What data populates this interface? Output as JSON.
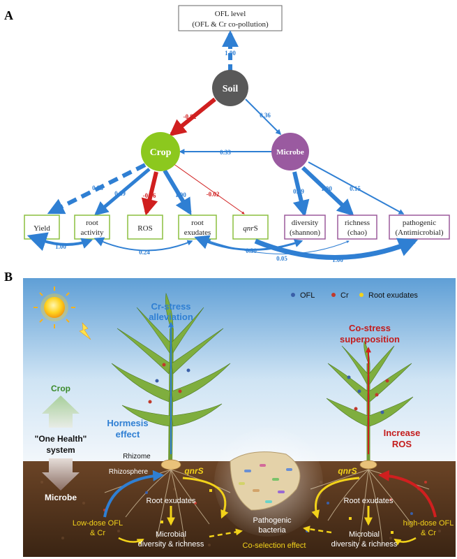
{
  "panel_a": {
    "label": "A",
    "top_box": {
      "line1": "OFL level",
      "line2": "(OFL & Cr co-pollution)"
    },
    "nodes": {
      "soil": "Soil",
      "crop": "Crop",
      "microbe": "Microbe"
    },
    "coef": {
      "soil_ofl": "1.00",
      "soil_crop": "-0.82",
      "soil_microbe": "0.36",
      "microbe_crop": "0.33",
      "crop_yield": "0.98",
      "crop_rootact": "0.89",
      "crop_ros": "-0.96",
      "crop_exud": "1.00",
      "crop_qnrs": "-0.02",
      "mic_div": "0.99",
      "mic_rich": "1.00",
      "mic_path": "0.15",
      "yield_rootact": "1.00",
      "rootact_exud": "0.24",
      "exud_div": "0.30",
      "exud_rich": "0.05",
      "qnrs_path": "1.00"
    },
    "boxes": {
      "yield": "Yield",
      "root_activity_1": "root",
      "root_activity_2": "activity",
      "ros": "ROS",
      "root_exudates_1": "root",
      "root_exudates_2": "exudates",
      "qnrs_italic": "qnr",
      "qnrs_suffix": "S",
      "diversity_1": "diversity",
      "diversity_2": "(shannon)",
      "richness_1": "richness",
      "richness_2": "(chao)",
      "pathogenic_1": "pathogenic",
      "pathogenic_2": "(Antimicrobial)"
    }
  },
  "panel_b": {
    "label": "B",
    "legend": {
      "ofl": "OFL",
      "cr": "Cr",
      "root_exudates": "Root exudates"
    },
    "left_title_1": "Cr-stress",
    "left_title_2": "alleviation",
    "right_title_1": "Co-stress",
    "right_title_2": "superposition",
    "hormesis_1": "Hormesis",
    "hormesis_2": "effect",
    "increase_1": "Increase",
    "increase_2": "ROS",
    "crop": "Crop",
    "one_health_1": "\"One Health\"",
    "one_health_2": "system",
    "microbe": "Microbe",
    "rhizome": "Rhizome",
    "rhizosphere": "Rhizosphere",
    "qnrs_left": "qnrS",
    "qnrs_right": "qnrS",
    "root_exudates_left": "Root exudates",
    "root_exudates_right": "Root exudates",
    "low_dose_1": "Low-dose OFL",
    "low_dose_2": "& Cr",
    "high_dose_1": "high-dose OFL",
    "high_dose_2": "& Cr",
    "microbial_left_1": "Microbial",
    "microbial_left_2": "diversity & richness",
    "microbial_right_1": "Microbial",
    "microbial_right_2": "diversity & richness",
    "pathogenic_1": "Pathogenic",
    "pathogenic_2": "bacteria",
    "co_selection": "Co-selection effect"
  },
  "colors": {
    "blue_arrow": "#2f7fd3",
    "red_arrow": "#d01f1f",
    "soil_node": "#595959",
    "crop_node": "#8cc81e",
    "microbe_node": "#9a5aa0",
    "crop_box_border": "#8cbf3f",
    "microbe_box_border": "#9b5a9b",
    "yellow_arrow": "#f2d21a"
  }
}
